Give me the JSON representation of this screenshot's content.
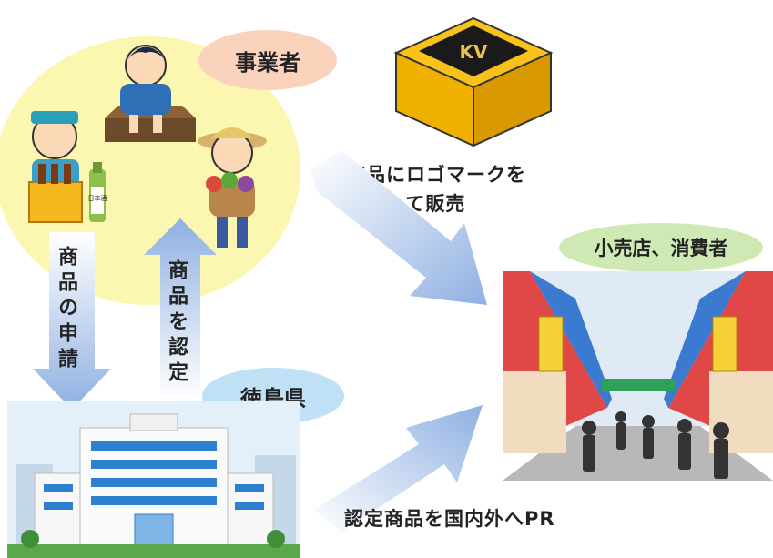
{
  "nodes": {
    "business": {
      "label": "事業者"
    },
    "prefecture": {
      "label": "徳島県"
    },
    "retail": {
      "label": "小売店、消費者"
    }
  },
  "edges": {
    "apply": {
      "label": "商品の申請"
    },
    "certify": {
      "label": "商品を認定"
    },
    "sell": {
      "line1": "商品にロゴマークを",
      "line2": "表示して販売"
    },
    "promote": {
      "label": "認定商品を国内外へPR"
    }
  },
  "logo_box": {
    "mark": "KV"
  },
  "sake_label": "日本酒",
  "colors": {
    "business_area": "#fbf7b0",
    "business_pill": "#fbd3bd",
    "prefecture_pill": "#bfe0f5",
    "retail_pill": "#cfe9b5",
    "arrow": "#8fb0e2",
    "box": "#f5b800"
  }
}
